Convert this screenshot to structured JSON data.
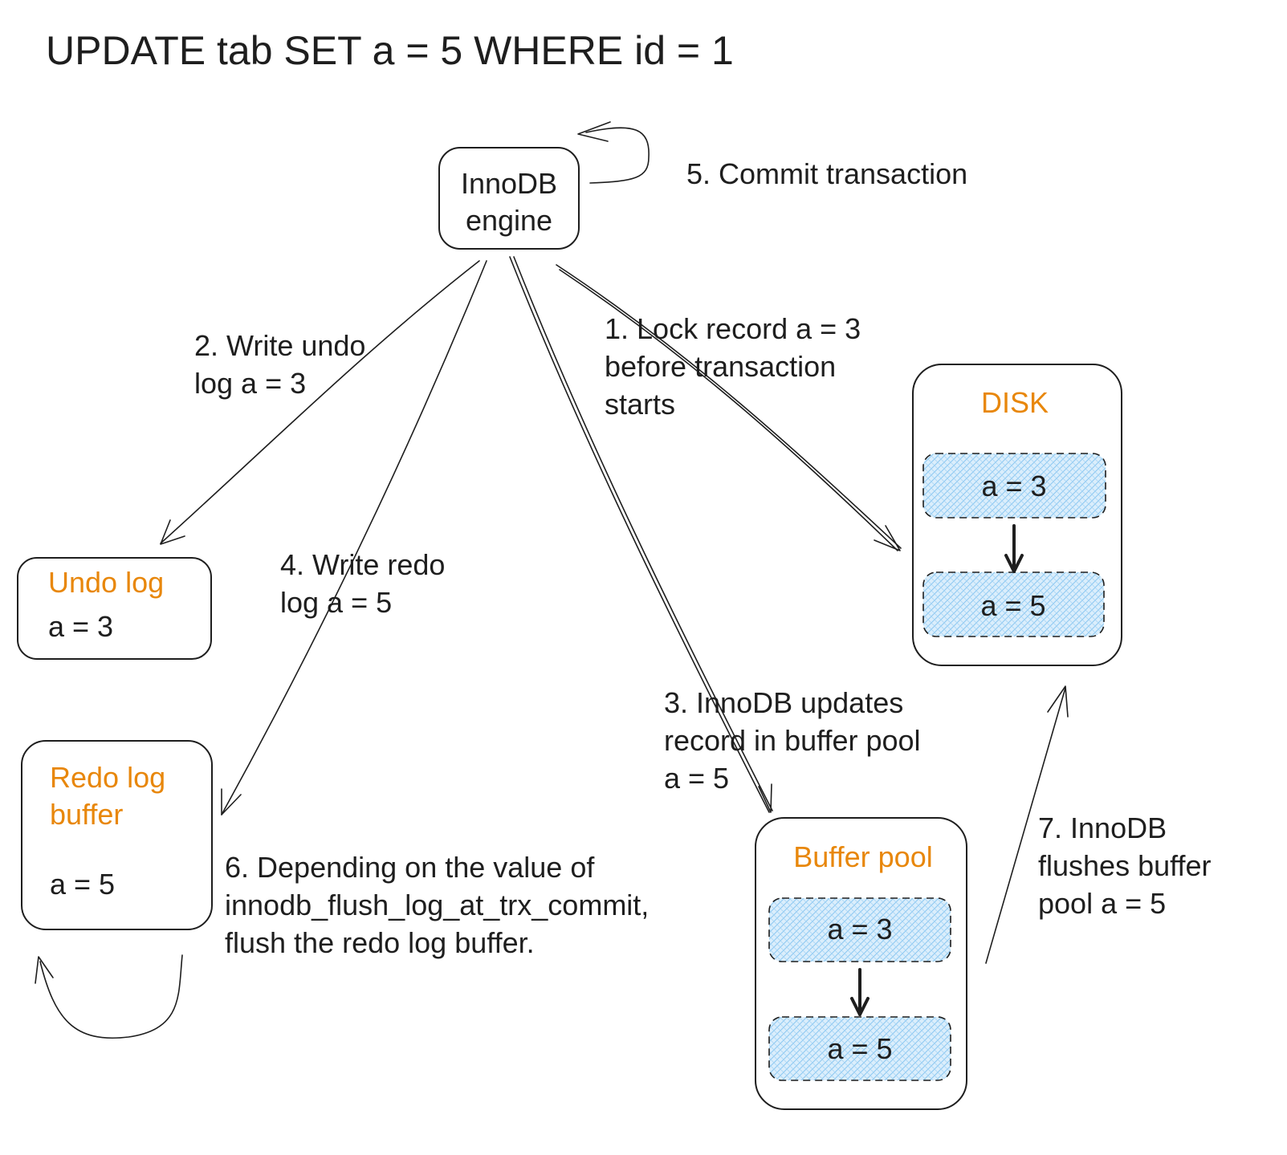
{
  "title": "UPDATE tab SET a = 5 WHERE id = 1",
  "engine": {
    "label_lines": [
      "InnoDB",
      "engine"
    ]
  },
  "undo_log": {
    "title": "Undo log",
    "value": "a = 3"
  },
  "redo_log_buffer": {
    "title_lines": [
      "Redo log",
      "buffer"
    ],
    "value": "a = 5"
  },
  "buffer_pool": {
    "title": "Buffer pool",
    "records": [
      "a = 3",
      "a = 5"
    ]
  },
  "disk": {
    "title": "DISK",
    "records": [
      "a = 3",
      "a = 5"
    ]
  },
  "steps": {
    "step1": [
      "1. Lock record a = 3",
      "before transaction",
      "starts"
    ],
    "step2": [
      "2. Write undo",
      "log a = 3"
    ],
    "step3": [
      "3. InnoDB updates",
      "record in buffer pool",
      "a = 5"
    ],
    "step4": [
      "4. Write redo",
      "log a = 5"
    ],
    "step5": [
      "5. Commit transaction"
    ],
    "step6": [
      "6. Depending on the value of",
      "innodb_flush_log_at_trx_commit,",
      "flush the redo log buffer."
    ],
    "step7": [
      "7. InnoDB",
      "flushes buffer",
      "pool a = 5"
    ]
  },
  "colors": {
    "ink": "#1e1e1e",
    "accent": "#e8870b",
    "record_fill": "#a5d8ff",
    "background": "#ffffff"
  }
}
